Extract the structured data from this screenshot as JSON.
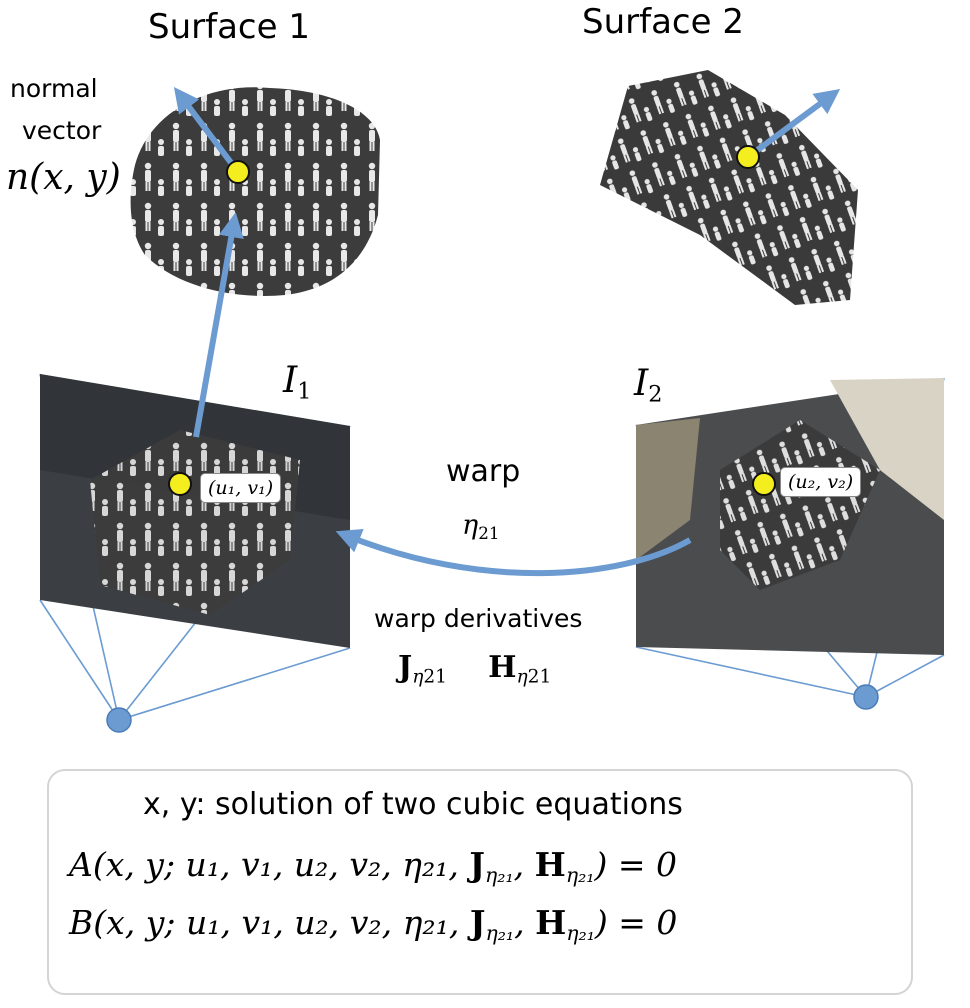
{
  "surface1": {
    "title": "Surface 1"
  },
  "surface2": {
    "title": "Surface 2"
  },
  "normal": {
    "line1": "normal",
    "line2": "vector",
    "formula": "n(x, y)"
  },
  "image1": {
    "label_script": "I",
    "label_sub": "1",
    "coords": "(u₁, v₁)"
  },
  "image2": {
    "label_script": "I",
    "label_sub": "2",
    "coords": "(u₂, v₂)"
  },
  "warp": {
    "label": "warp",
    "symbol": "η",
    "symbol_sub": "21"
  },
  "derivatives": {
    "label": "warp derivatives",
    "J": "J",
    "H": "H",
    "sub_base": "η",
    "sub_idx": "21"
  },
  "equations": {
    "heading": "x, y: solution of two cubic equations",
    "a_name": "A",
    "b_name": "B",
    "args": "(x, y; u₁, v₁, u₂, v₂, η₂₁, ",
    "J": "J",
    "H": "H",
    "sub": "η₂₁",
    "rhs": ") = 0"
  },
  "colors": {
    "arrow": "#6b9bd1",
    "point": "#f5ee1e",
    "camera": "#6b9bd1",
    "fabric": "#3c3c3c"
  }
}
